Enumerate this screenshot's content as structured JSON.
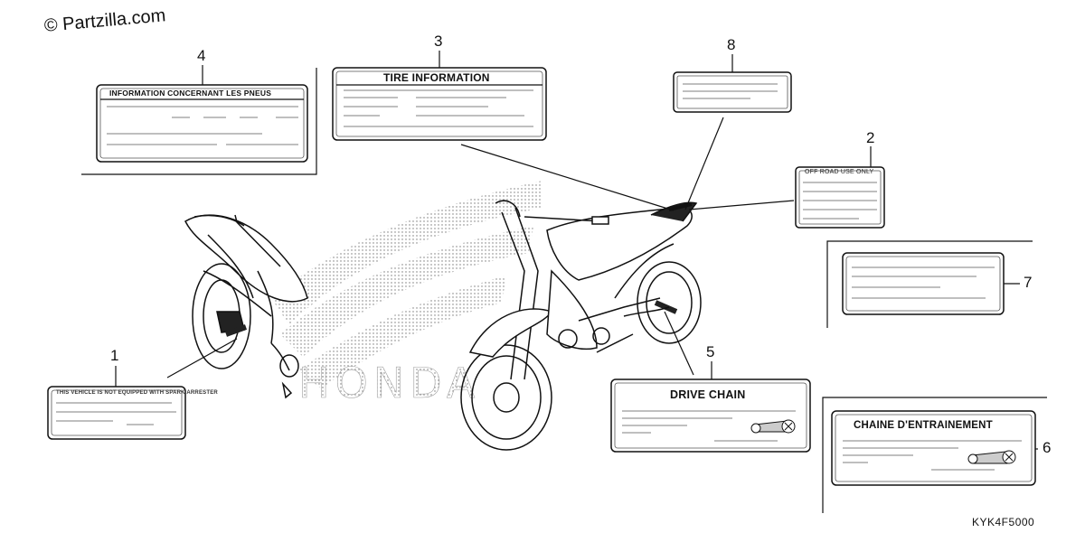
{
  "watermark": "© Partzilla.com",
  "diagram_code": "KYK4F5000",
  "labels": [
    {
      "callout": "1",
      "header": "THIS VEHICLE IS NOT EQUIPPED WITH SPARK ARRESTER"
    },
    {
      "callout": "2",
      "header": "OFF ROAD USE ONLY"
    },
    {
      "callout": "3",
      "header": "TIRE INFORMATION"
    },
    {
      "callout": "4",
      "header": "INFORMATION CONCERNANT LES PNEUS"
    },
    {
      "callout": "5",
      "header": "DRIVE CHAIN"
    },
    {
      "callout": "6",
      "header": "CHAINE D'ENTRAINEMENT"
    },
    {
      "callout": "7",
      "header": ""
    },
    {
      "callout": "8",
      "header": ""
    }
  ],
  "honda_text": "HONDA",
  "icons": [
    "drive-chain-icon",
    "honda-wing-logo",
    "motorcycle-left-view",
    "motorcycle-right-view"
  ]
}
